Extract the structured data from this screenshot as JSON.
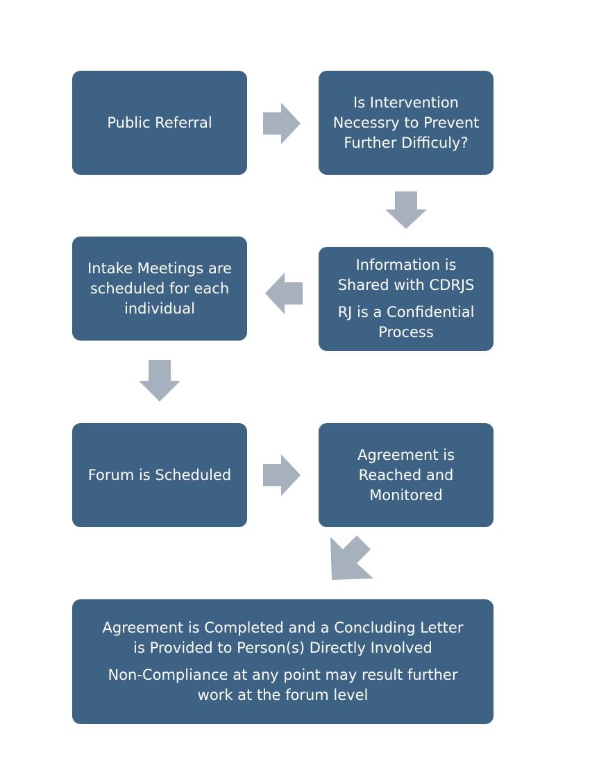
{
  "boxes": {
    "public_referral": {
      "lines": [
        "Public Referral"
      ]
    },
    "intervention": {
      "lines": [
        "Is Intervention",
        "Necessry to Prevent",
        "Further Difficuly?"
      ]
    },
    "information": {
      "para1": [
        "Information is",
        "Shared with CDRJS"
      ],
      "para2": [
        "RJ is a Confidential",
        "Process"
      ]
    },
    "intake": {
      "lines": [
        "Intake Meetings are",
        "scheduled for each",
        "individual"
      ]
    },
    "forum": {
      "lines": [
        "Forum is Scheduled"
      ]
    },
    "agreement_reached": {
      "lines": [
        "Agreement is",
        "Reached and",
        "Monitored"
      ]
    },
    "agreement_completed": {
      "para1": [
        "Agreement is Completed and a Concluding Letter",
        "is Provided to Person(s) Directly Involved"
      ],
      "para2": [
        "Non-Compliance at any point may result further",
        "work at the forum level"
      ]
    }
  },
  "colors": {
    "box_fill": "#3d6283",
    "box_text": "#ffffff",
    "arrow_fill": "#a7b0bd"
  }
}
